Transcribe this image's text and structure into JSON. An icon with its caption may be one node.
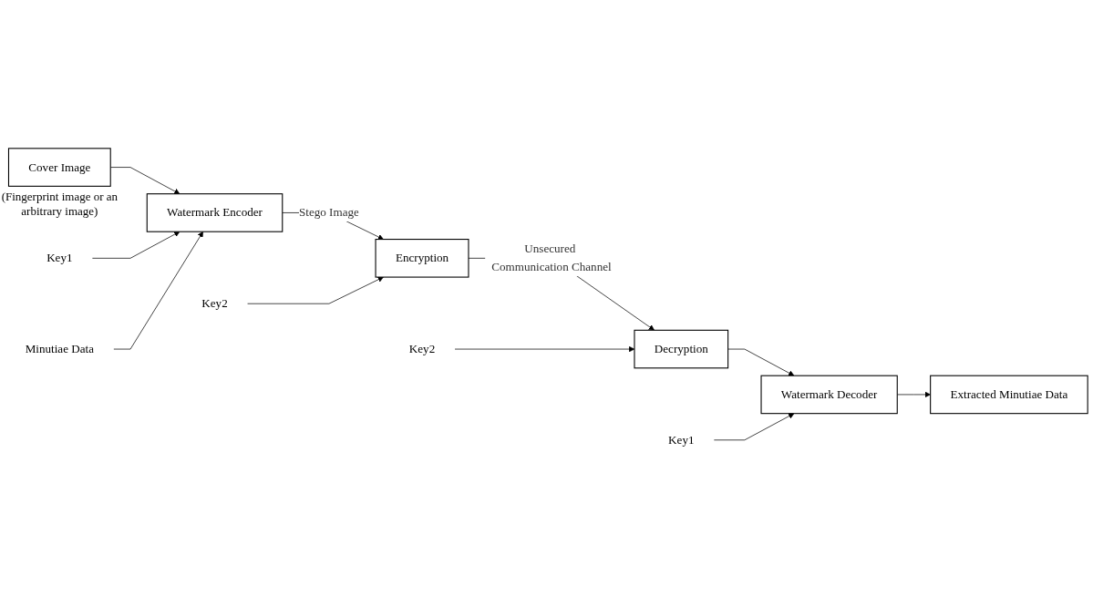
{
  "diagram": {
    "nodes": [
      {
        "text": [
          "Cover Image"
        ],
        "beside": [
          "(Fingerprint image or an arbitrary image)"
        ]
      },
      {
        "text": [
          "Key1"
        ]
      },
      {
        "text": [
          "Watermark Encoder"
        ]
      },
      {
        "text": [
          "Minutiae Data"
        ]
      },
      {
        "text": [
          "Key2"
        ]
      },
      {
        "text": [
          "Encryption"
        ]
      },
      {
        "text": [
          "Decryption"
        ]
      },
      {
        "text": [
          "Watermark Decoder"
        ]
      },
      {
        "text": [
          "Extracted Minutiae Data"
        ]
      },
      {
        "text": [
          "Key1"
        ]
      },
      {
        "text": [
          "Key2"
        ]
      }
    ],
    "edges": [
      {
        "from": 0,
        "to": 2,
        "arrow": "to"
      },
      {
        "from": 1,
        "to": 2,
        "arrow": "to"
      },
      {
        "from": 3,
        "to": 2,
        "arrow": "to"
      },
      {
        "from": 2,
        "to": 5,
        "arrow": "to",
        "label": "Stego Image"
      },
      {
        "from": 4,
        "to": 5,
        "arrow": "to"
      },
      {
        "from": 5,
        "to": 6,
        "arrow": "to",
        "label": "Unsecured Communication Channel"
      },
      {
        "from": 6,
        "to": 7,
        "arrow": "to"
      },
      {
        "from": 7,
        "to": 8,
        "arrow": "to"
      },
      {
        "from": 9,
        "to": 7,
        "arrow": "to"
      },
      {
        "from": 10,
        "to": 6,
        "arrow": "to"
      }
    ]
  }
}
